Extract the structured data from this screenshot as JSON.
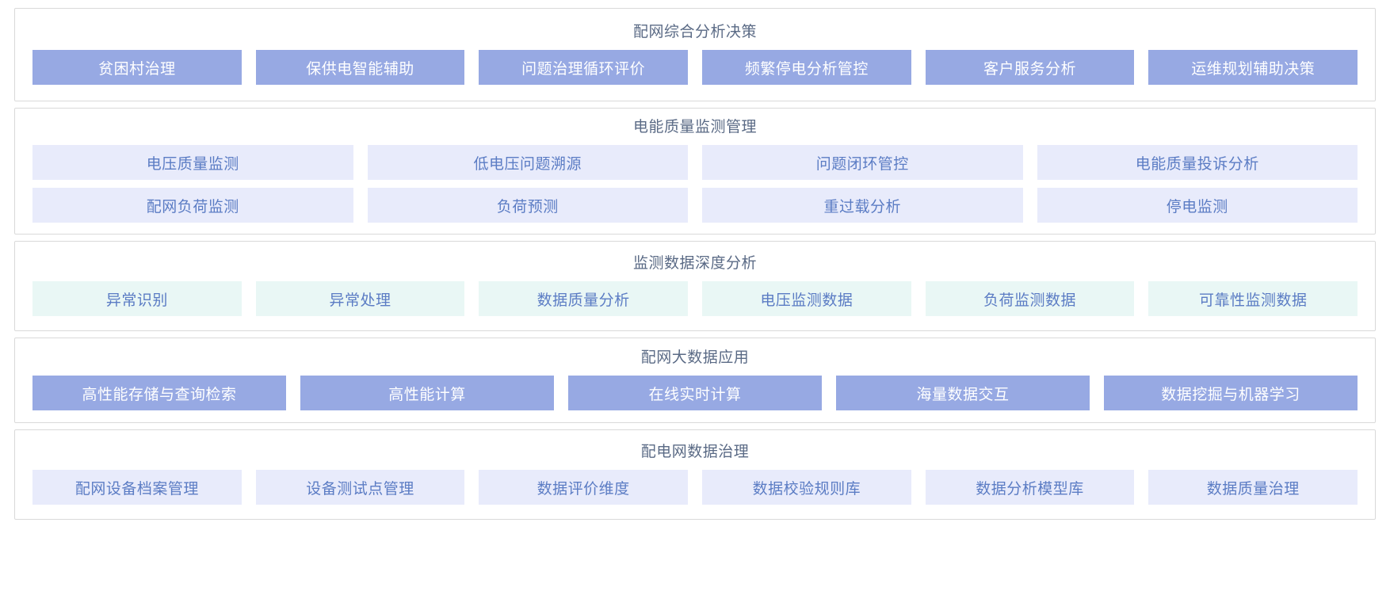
{
  "colors": {
    "solid_bg": "#97a9e3",
    "solid_text": "#ffffff",
    "pale_bg": "#e8ebfb",
    "pale_text": "#5b7cc4",
    "mint_bg": "#e9f7f5",
    "mint_text": "#5b7cc4",
    "section_border": "#d9d9d9",
    "title_text": "#5a6a85",
    "page_bg": "#ffffff"
  },
  "sections": [
    {
      "title": "配网综合分析决策",
      "style": "solid",
      "rows": [
        {
          "tiles": [
            {
              "label": "贫困村治理"
            },
            {
              "label": "保供电智能辅助"
            },
            {
              "label": "问题治理循环评价"
            },
            {
              "label": "频繁停电分析管控"
            },
            {
              "label": "客户服务分析"
            },
            {
              "label": "运维规划辅助决策"
            }
          ]
        }
      ]
    },
    {
      "title": "电能质量监测管理",
      "style": "pale",
      "rows": [
        {
          "tiles": [
            {
              "label": "电压质量监测"
            },
            {
              "label": "低电压问题溯源"
            },
            {
              "label": "问题闭环管控"
            },
            {
              "label": "电能质量投诉分析"
            }
          ]
        },
        {
          "tiles": [
            {
              "label": "配网负荷监测"
            },
            {
              "label": "负荷预测"
            },
            {
              "label": "重过载分析"
            },
            {
              "label": "停电监测"
            }
          ]
        }
      ]
    },
    {
      "title": "监测数据深度分析",
      "style": "mint",
      "rows": [
        {
          "tiles": [
            {
              "label": "异常识别"
            },
            {
              "label": "异常处理"
            },
            {
              "label": "数据质量分析"
            },
            {
              "label": "电压监测数据"
            },
            {
              "label": "负荷监测数据"
            },
            {
              "label": "可靠性监测数据"
            }
          ]
        }
      ]
    },
    {
      "title": "配网大数据应用",
      "style": "solid",
      "rows": [
        {
          "tiles": [
            {
              "label": "高性能存储与查询检索"
            },
            {
              "label": "高性能计算"
            },
            {
              "label": "在线实时计算"
            },
            {
              "label": "海量数据交互"
            },
            {
              "label": "数据挖掘与机器学习"
            }
          ]
        }
      ]
    },
    {
      "title": "配电网数据治理",
      "style": "pale",
      "rows": [
        {
          "tiles": [
            {
              "label": "配网设备档案管理"
            },
            {
              "label": "设备测试点管理"
            },
            {
              "label": "数据评价维度"
            },
            {
              "label": "数据校验规则库"
            },
            {
              "label": "数据分析模型库"
            },
            {
              "label": "数据质量治理"
            }
          ]
        }
      ]
    }
  ]
}
